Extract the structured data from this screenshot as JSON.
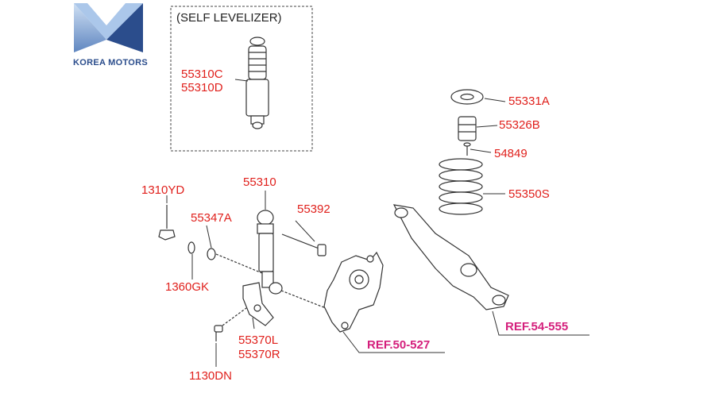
{
  "brand": {
    "name": "KOREA MOTORS",
    "colors": {
      "primary": "#2b4d8c",
      "light": "#8fb0da"
    }
  },
  "colors": {
    "part_label": "#e0201c",
    "ref_label": "#d41f7c",
    "line": "#333333"
  },
  "inset": {
    "title": "(SELF LEVELIZER)",
    "parts": [
      "55310C",
      "55310D"
    ]
  },
  "parts": {
    "p55331A": "55331A",
    "p55326B": "55326B",
    "p54849": "54849",
    "p55350S": "55350S",
    "p1310YD": "1310YD",
    "p55310": "55310",
    "p55347A": "55347A",
    "p55392": "55392",
    "p1360GK": "1360GK",
    "p55370L": "55370L",
    "p55370R": "55370R",
    "p1130DN": "1130DN"
  },
  "refs": {
    "knuckle": "REF.50-527",
    "arm": "REF.54-555"
  }
}
